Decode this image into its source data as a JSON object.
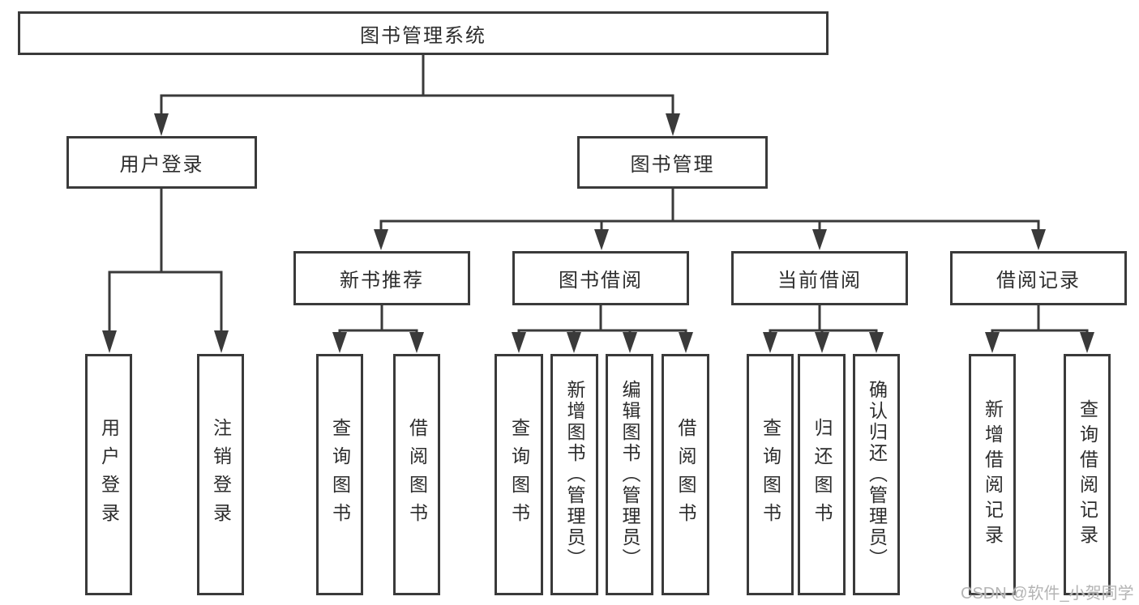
{
  "tree": {
    "root": {
      "label": "图书管理系统"
    },
    "level2": [
      {
        "label": "用户登录"
      },
      {
        "label": "图书管理"
      }
    ],
    "leaves_login": [
      {
        "label": "用户登录"
      },
      {
        "label": "注销登录"
      }
    ],
    "level3": [
      {
        "label": "新书推荐"
      },
      {
        "label": "图书借阅"
      },
      {
        "label": "当前借阅"
      },
      {
        "label": "借阅记录"
      }
    ],
    "leaves_newbook": [
      {
        "label": "查询图书"
      },
      {
        "label": "借阅图书"
      }
    ],
    "leaves_borrow": [
      {
        "label": "查询图书"
      },
      {
        "label": "新增图书（管理员）"
      },
      {
        "label": "编辑图书（管理员）"
      },
      {
        "label": "借阅图书"
      }
    ],
    "leaves_current": [
      {
        "label": "查询图书"
      },
      {
        "label": "归还图书"
      },
      {
        "label": "确认归还（管理员）"
      }
    ],
    "leaves_record": [
      {
        "label": "新增借阅记录"
      },
      {
        "label": "查询借阅记录"
      }
    ]
  },
  "watermark": {
    "text": "CSDN @软件_小贺同学"
  },
  "colors": {
    "line": "#3a3a3a",
    "text": "#2d2d2d",
    "background": "#ffffff",
    "watermark": "#b4b4b4"
  }
}
